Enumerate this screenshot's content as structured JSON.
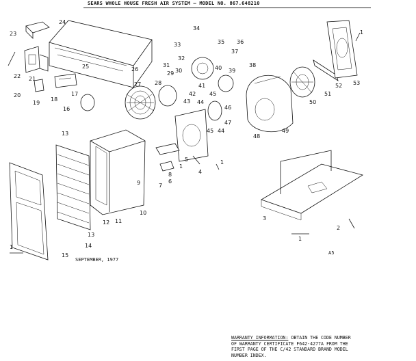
{
  "header": {
    "title": "SEARS WHOLE HOUSE FRESH AIR SYSTEM — MODEL NO. 867.648210"
  },
  "date": "SEPTEMBER, 1977",
  "view_label": "A5",
  "warranty": {
    "heading": "WARRANTY INFORMATION:",
    "line1_rest": "  OBTAIN THE CODE NUMBER",
    "line2": "OF WARRANTY CERTIFICATE F642-4277A FROM THE",
    "line3": "FIRST PAGE OF THE C/42 STANDARD BRAND MODEL",
    "line4": "NUMBER INDEX."
  },
  "callouts": [
    {
      "id": "c24",
      "text": "24"
    },
    {
      "id": "c23",
      "text": "23"
    },
    {
      "id": "c25",
      "text": "25"
    },
    {
      "id": "c26",
      "text": "26"
    },
    {
      "id": "c22",
      "text": "22"
    },
    {
      "id": "c21",
      "text": "21"
    },
    {
      "id": "c17",
      "text": "17"
    },
    {
      "id": "c18",
      "text": "18"
    },
    {
      "id": "c20",
      "text": "20"
    },
    {
      "id": "c19",
      "text": "19"
    },
    {
      "id": "c16",
      "text": "16"
    },
    {
      "id": "c27",
      "text": "27"
    },
    {
      "id": "c28",
      "text": "28"
    },
    {
      "id": "c29",
      "text": "29"
    },
    {
      "id": "c30",
      "text": "30"
    },
    {
      "id": "c31",
      "text": "31"
    },
    {
      "id": "c32",
      "text": "32"
    },
    {
      "id": "c33",
      "text": "33"
    },
    {
      "id": "c34",
      "text": "34"
    },
    {
      "id": "c35",
      "text": "35"
    },
    {
      "id": "c36",
      "text": "36"
    },
    {
      "id": "c37",
      "text": "37"
    },
    {
      "id": "c38",
      "text": "38"
    },
    {
      "id": "c39",
      "text": "39"
    },
    {
      "id": "c40",
      "text": "40"
    },
    {
      "id": "c41",
      "text": "41"
    },
    {
      "id": "c42",
      "text": "42"
    },
    {
      "id": "c43",
      "text": "43"
    },
    {
      "id": "c44a",
      "text": "44"
    },
    {
      "id": "c44b",
      "text": "44"
    },
    {
      "id": "c45a",
      "text": "45"
    },
    {
      "id": "c45b",
      "text": "45"
    },
    {
      "id": "c46",
      "text": "46"
    },
    {
      "id": "c47",
      "text": "47"
    },
    {
      "id": "c48",
      "text": "48"
    },
    {
      "id": "c49",
      "text": "49"
    },
    {
      "id": "c50",
      "text": "50"
    },
    {
      "id": "c51",
      "text": "51"
    },
    {
      "id": "c52",
      "text": "52"
    },
    {
      "id": "c53",
      "text": "53"
    },
    {
      "id": "c1a",
      "text": "1"
    },
    {
      "id": "c1b",
      "text": "1"
    },
    {
      "id": "c1c",
      "text": "1"
    },
    {
      "id": "c1d",
      "text": "1"
    },
    {
      "id": "c1e",
      "text": "1"
    },
    {
      "id": "c2",
      "text": "2"
    },
    {
      "id": "c3",
      "text": "3"
    },
    {
      "id": "c4",
      "text": "4"
    },
    {
      "id": "c5",
      "text": "5"
    },
    {
      "id": "c6",
      "text": "6"
    },
    {
      "id": "c7",
      "text": "7"
    },
    {
      "id": "c8",
      "text": "8"
    },
    {
      "id": "c9",
      "text": "9"
    },
    {
      "id": "c10",
      "text": "10"
    },
    {
      "id": "c11",
      "text": "11"
    },
    {
      "id": "c12",
      "text": "12"
    },
    {
      "id": "c13a",
      "text": "13"
    },
    {
      "id": "c13b",
      "text": "13"
    },
    {
      "id": "c14",
      "text": "14"
    },
    {
      "id": "c15",
      "text": "15"
    }
  ]
}
